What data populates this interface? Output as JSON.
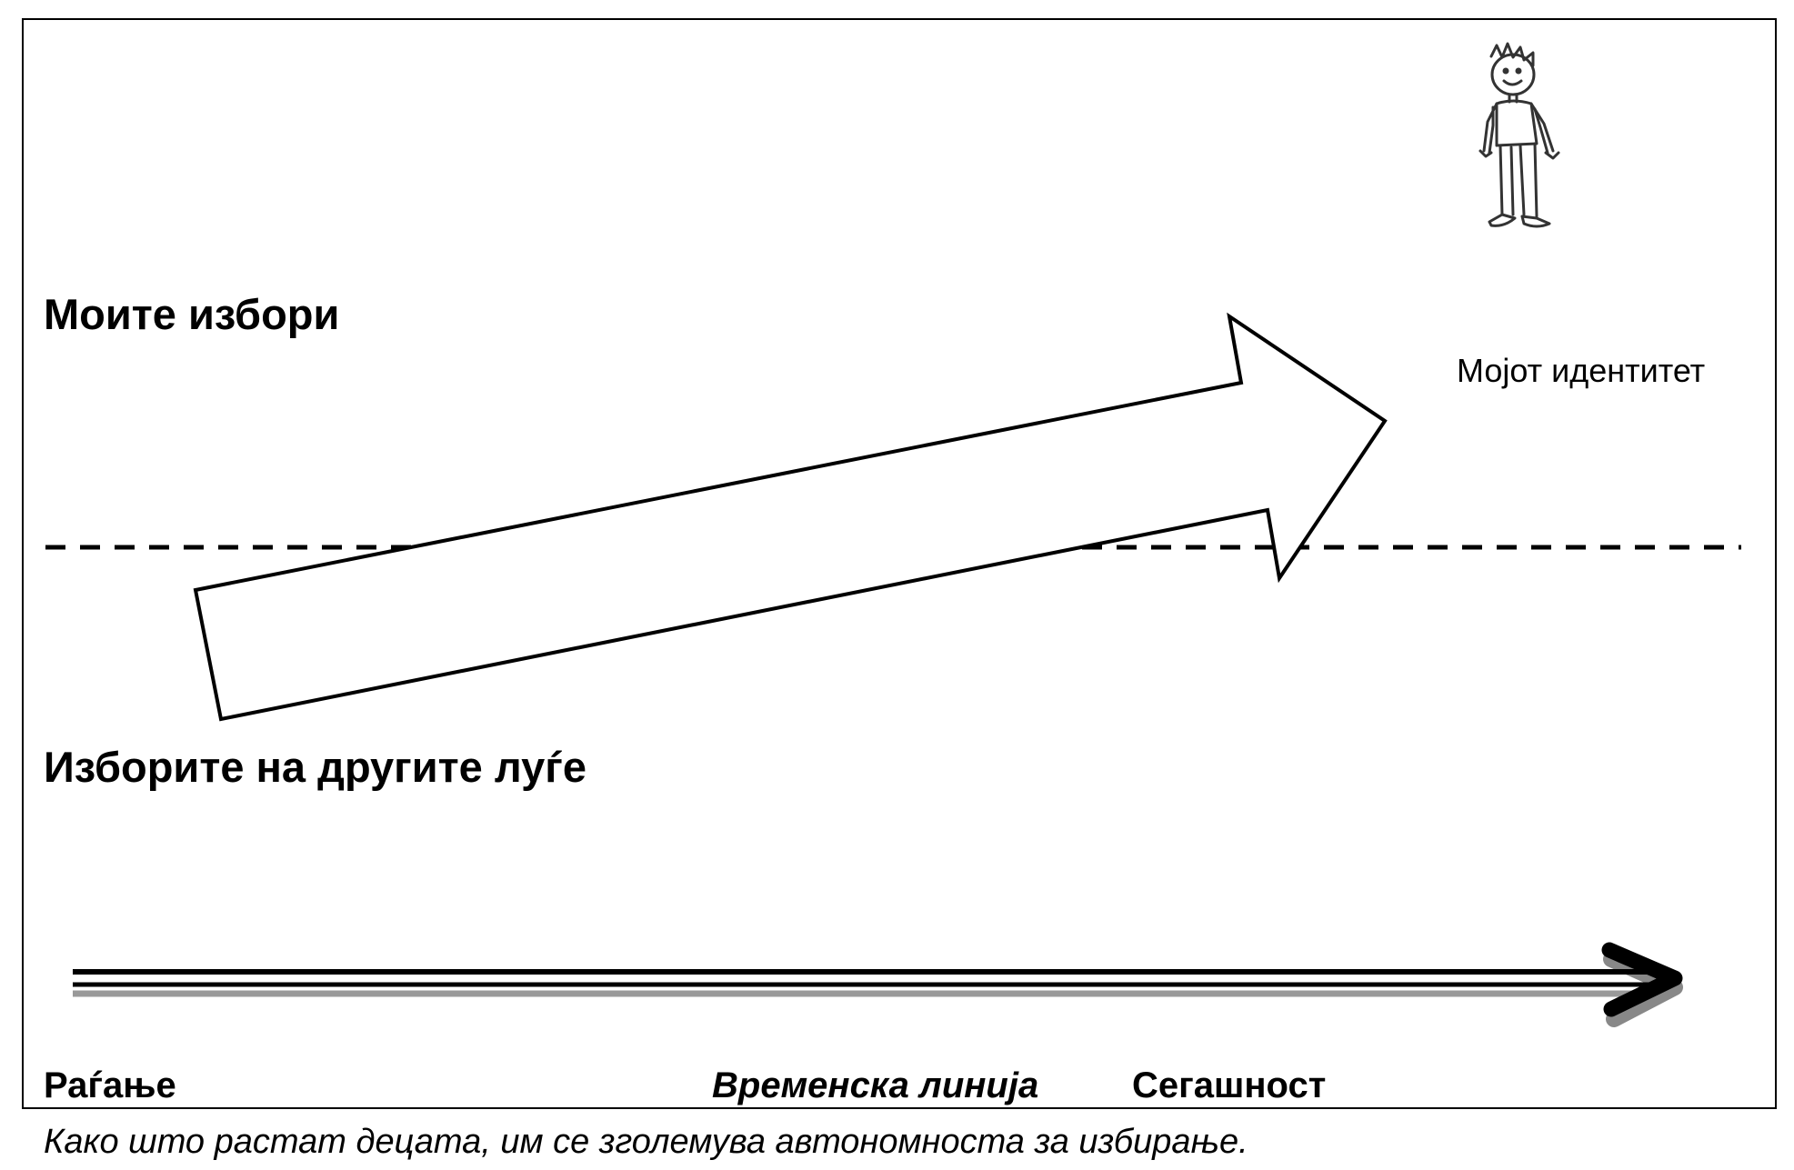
{
  "diagram": {
    "my_choices": "Моите избори",
    "others_choices": "Изборите на другите луѓе",
    "my_identity": "Мојот идентитет",
    "birth": "Раѓање",
    "timeline": "Временска линија",
    "present": "Сегашност"
  },
  "caption": "Како што растат децата, им се зголемува автономноста за избирање.",
  "icons": {
    "figure": "child-figure-icon",
    "big_arrow": "growth-arrow-icon",
    "timeline_arrow": "timeline-arrow-icon"
  },
  "colors": {
    "line": "#000000",
    "shadow": "#999999",
    "background": "#ffffff"
  }
}
